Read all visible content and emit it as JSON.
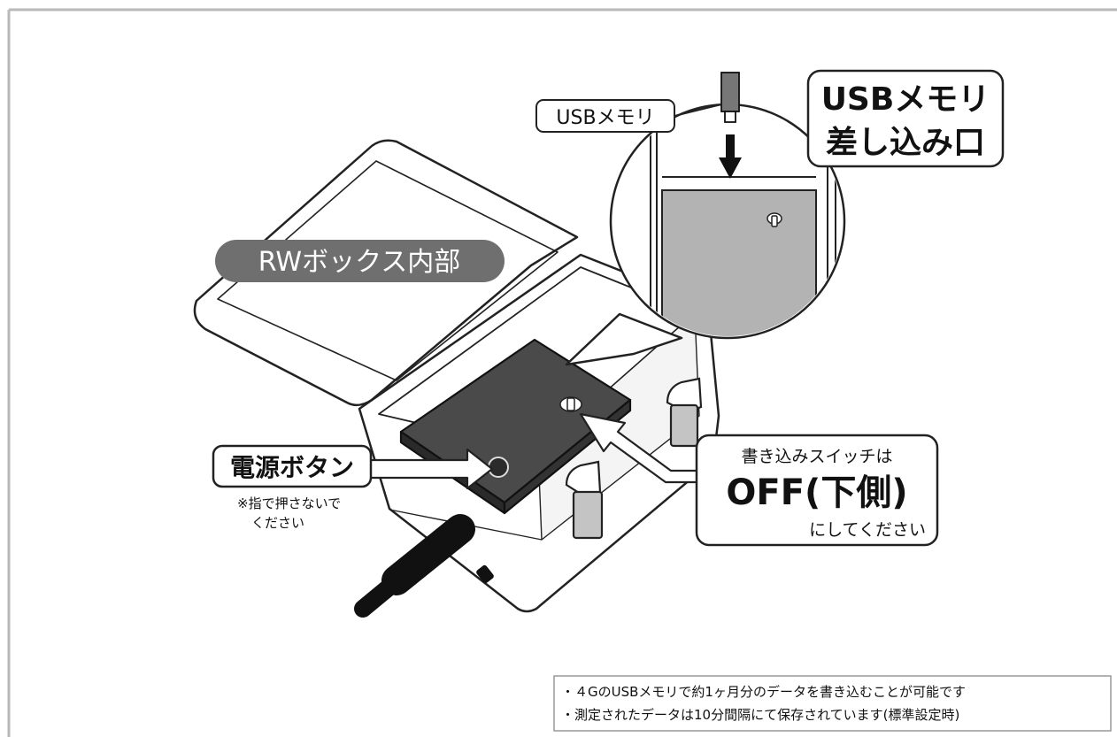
{
  "labels": {
    "rw_box_interior": "RWボックス内部",
    "usb_memory": "USBメモリ",
    "usb_slot_line1": "USBメモリ",
    "usb_slot_line2": "差し込み口",
    "power_button": "電源ボタン",
    "power_note_line1": "※指で押さないで",
    "power_note_line2": "ください",
    "write_switch_line1": "書き込みスイッチは",
    "write_switch_line2": "OFF(下側)",
    "write_switch_line3": "にしてください"
  },
  "notes": [
    "・４GのUSBメモリで約1ヶ月分のデータを書き込むことが可能です",
    "・測定されたデータは10分間隔にて保存されています(標準設定時)"
  ],
  "colors": {
    "outline": "#222222",
    "device_dark": "#4a4a4a",
    "device_panel": "#b3b3b3",
    "label_pill_bg": "#6f6f6f",
    "frame": "#b9b9b9"
  }
}
